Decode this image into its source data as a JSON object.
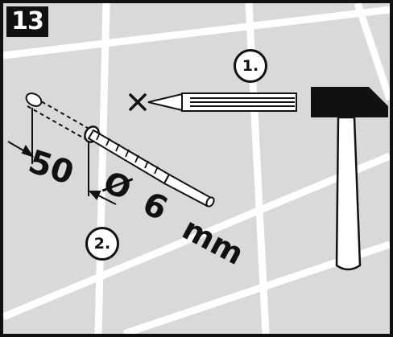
{
  "step": "13",
  "steps": [
    {
      "label": "1."
    },
    {
      "label": "2."
    }
  ],
  "depth": "50",
  "diameter_symbol": "Ø",
  "diameter": "6",
  "unit": "mm",
  "colors": {
    "tile": "#d9d9d9",
    "grout": "#ffffff",
    "ink": "#111111",
    "frame": "#111111"
  },
  "icons": [
    "drill-bit-icon",
    "hammer-icon",
    "center-punch-icon",
    "mark-x-icon",
    "arrow-icon"
  ]
}
